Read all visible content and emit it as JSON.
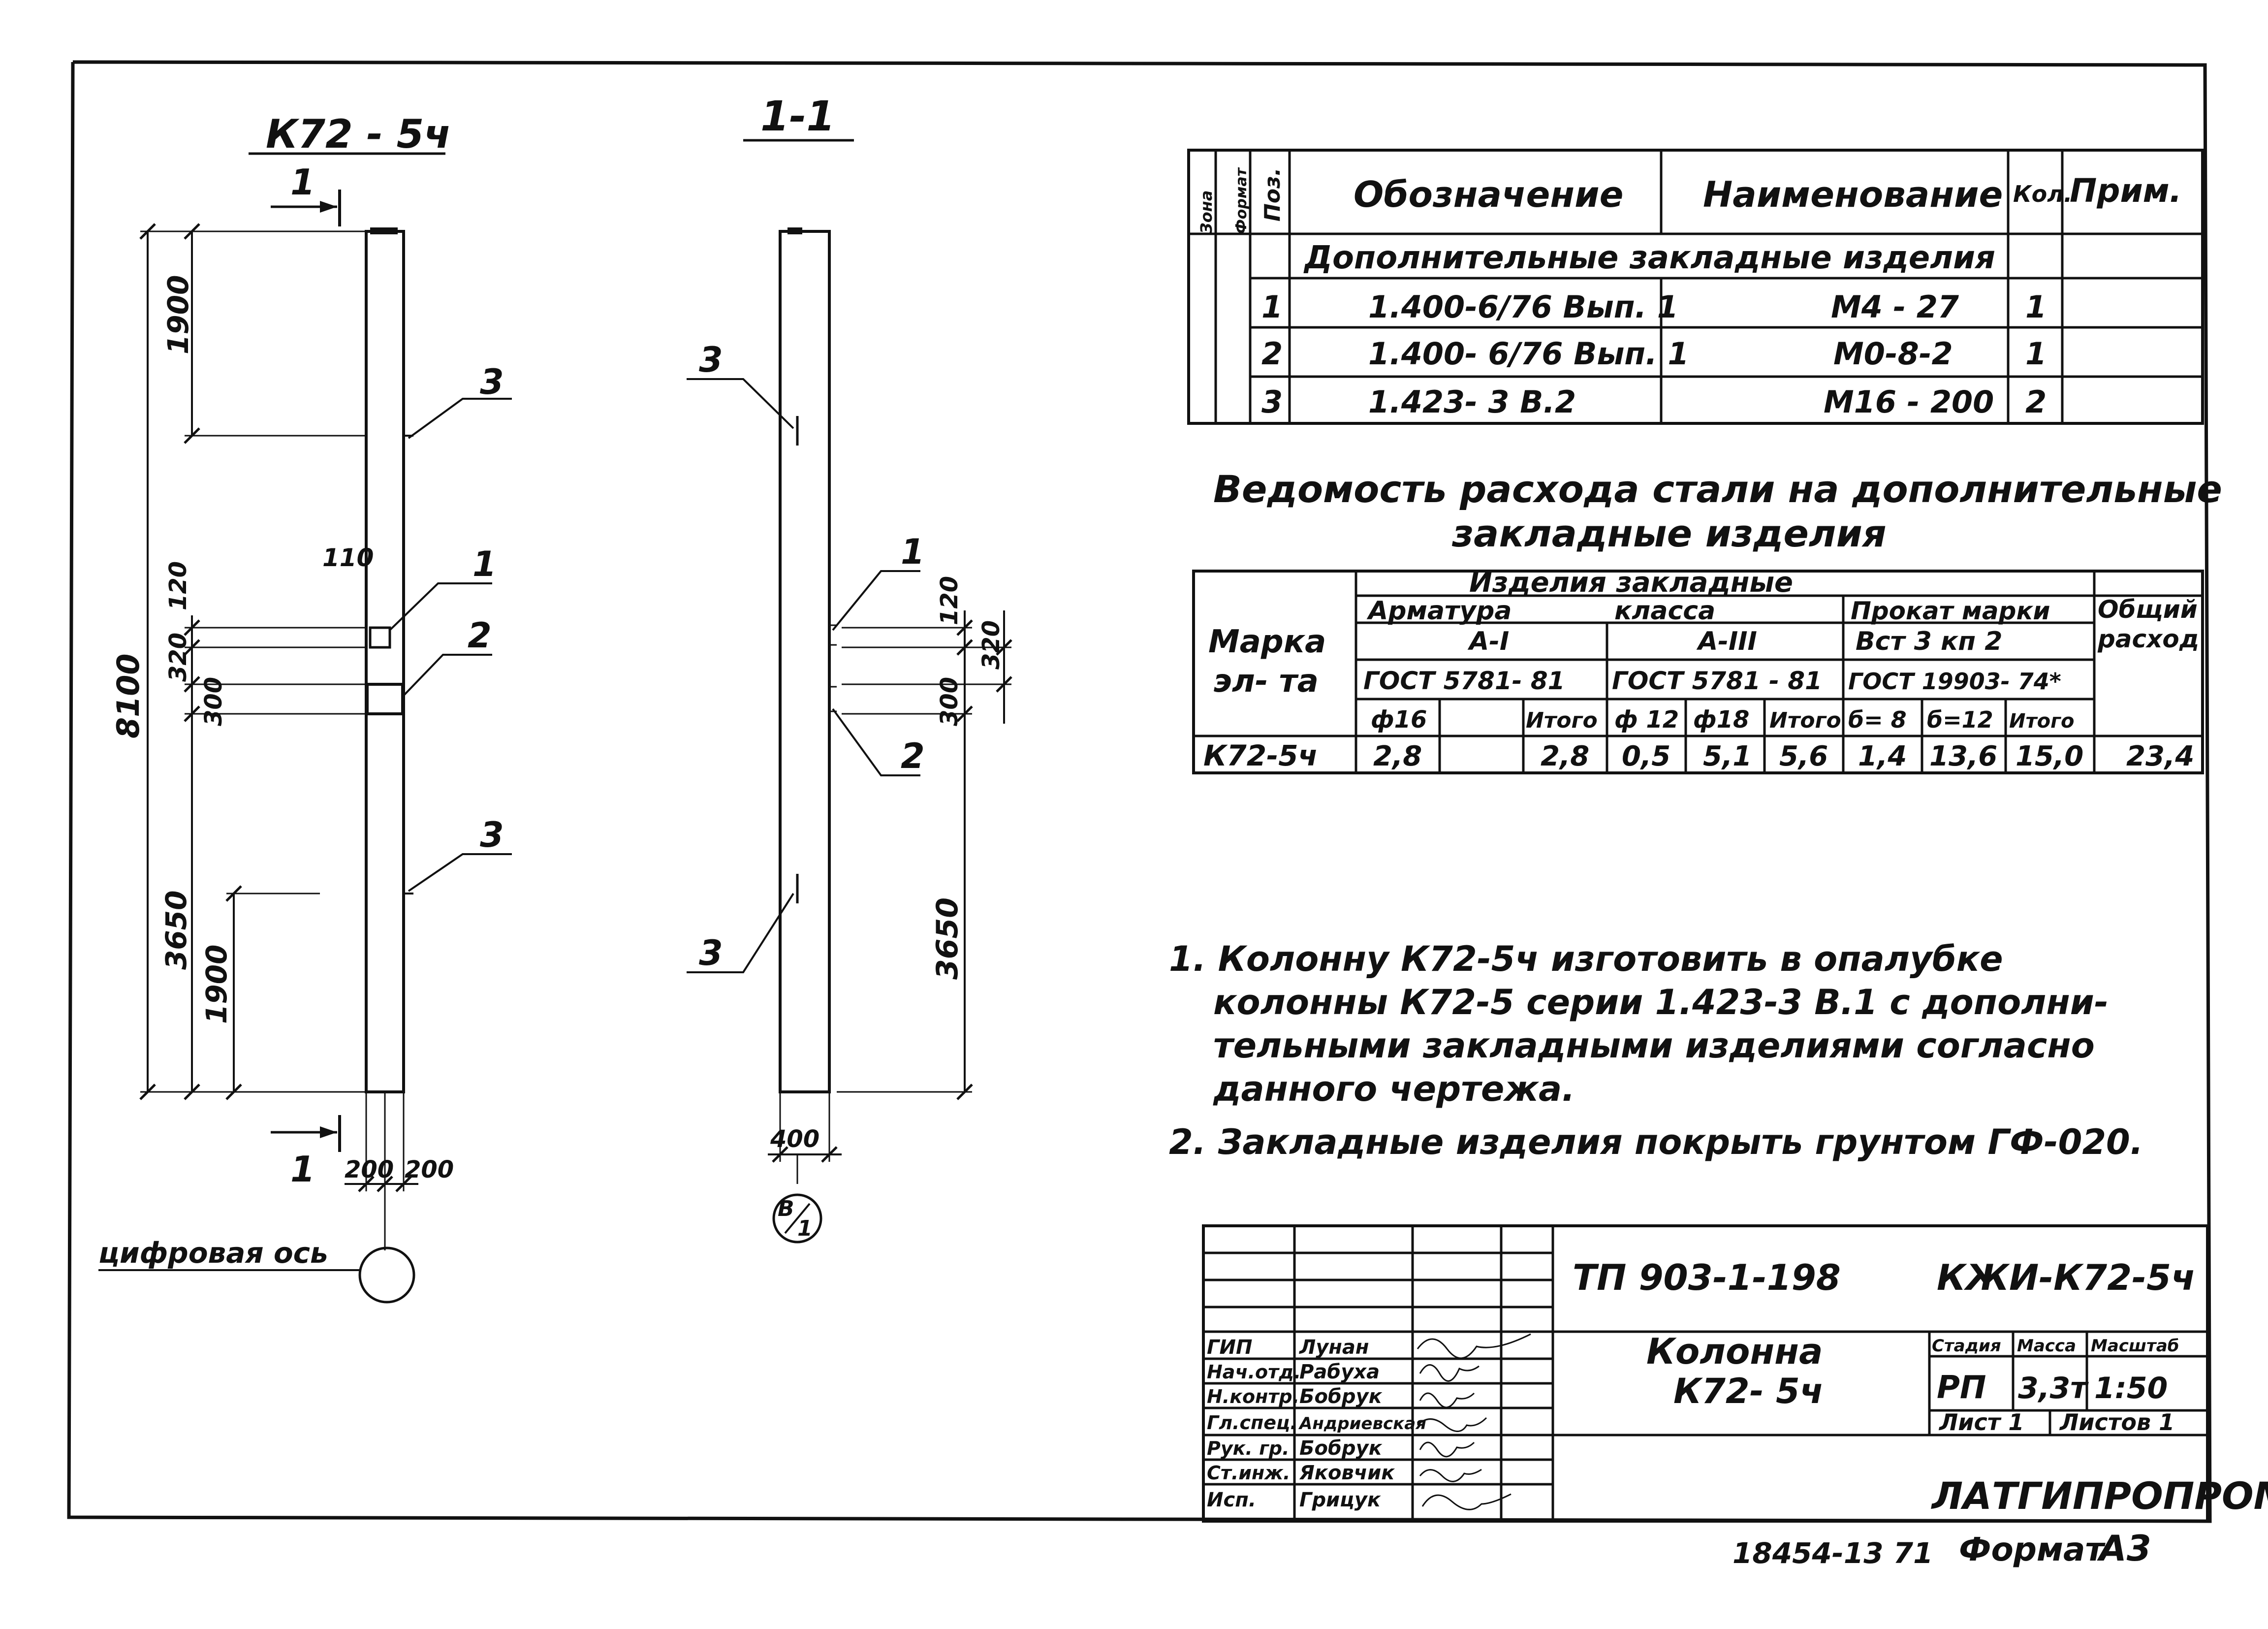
{
  "elevation": {
    "title": "К72 - 5ч",
    "section_mark": "1",
    "dims": {
      "top_zone": "1900",
      "total": "8100",
      "d120": "120",
      "d320": "320",
      "d300": "300",
      "bottom": "3650",
      "bottom2": "1900",
      "d110": "110",
      "width1": "200",
      "width2": "200"
    },
    "positions": {
      "p1": "1",
      "p2": "2",
      "p3a": "3",
      "p3b": "3"
    },
    "axis_label": "цифровая ось"
  },
  "section": {
    "title": "1-1",
    "dims": {
      "d120": "120",
      "d320": "320",
      "d300": "300",
      "bottom": "3650",
      "width": "400"
    },
    "positions": {
      "p1": "1",
      "p2": "2",
      "p3a": "3",
      "p3b": "3"
    },
    "axis_num": "В",
    "axis_den": "1"
  },
  "spec_table": {
    "headers": {
      "zone": "Зона",
      "format": "Формат",
      "pos": "Поз.",
      "designation": "Обозначение",
      "name": "Наименование",
      "qty": "Кол.",
      "note": "Прим."
    },
    "group_label": "Дополнительные закладные изделия",
    "rows": [
      {
        "pos": "1",
        "designation": "1.400-6/76 Вып. 1",
        "name": "М4 - 27",
        "qty": "1"
      },
      {
        "pos": "2",
        "designation": "1.400- 6/76 Вып. 1",
        "name": "М0-8-2",
        "qty": "1"
      },
      {
        "pos": "3",
        "designation": "1.423- 3 В.2",
        "name": "М16 - 200",
        "qty": "2"
      }
    ]
  },
  "steel": {
    "title_l1": "Ведомость расхода стали на дополнительные",
    "title_l2": "закладные изделия",
    "h_mark1": "Марка",
    "h_mark2": "эл- та",
    "h_items": "Изделия закладные",
    "h_arm": "Арматура",
    "h_class": "класса",
    "h_prokat": "Прокат марки",
    "h_total1": "Общий",
    "h_total2": "расход",
    "h_a1": "А-I",
    "h_a3": "А-III",
    "h_vst": "Вст 3 кп 2",
    "h_gost1": "ГОСТ 5781- 81",
    "h_gost2": "ГОСТ 5781 - 81",
    "h_gost3": "ГОСТ 19903- 74*",
    "sub": [
      "ф16",
      "",
      "Итого",
      "ф 12",
      "ф18",
      "Итого",
      "б= 8",
      "б=12",
      "Итого"
    ],
    "row": [
      "К72-5ч",
      "2,8",
      "",
      "2,8",
      "0,5",
      "5,1",
      "5,6",
      "1,4",
      "13,6",
      "15,0",
      "23,4"
    ]
  },
  "notes": [
    "1. Колонну К72-5ч изготовить в опалубке",
    "колонны К72-5 серии 1.423-3 В.1 с дополни-",
    "тельными закладными изделиями согласно",
    "данного чертежа.",
    "2. Закладные изделия покрыть грунтом ГФ-020."
  ],
  "title_block": {
    "project": "ТП 903-1-198",
    "code": "КЖИ-К72-5ч",
    "name1": "Колонна",
    "name2": "К72- 5ч",
    "stage_h": "Стадия",
    "mass_h": "Масса",
    "scale_h": "Масштаб",
    "stage": "РП",
    "mass": "3,3т",
    "scale": "1:50",
    "sheet": "Лист 1",
    "sheets": "Листов 1",
    "org": "ЛАТГИПРОПРОМ",
    "roles": [
      {
        "role": "ГИП",
        "name": "Лунан"
      },
      {
        "role": "Нач.отд.",
        "name": "Рабуха"
      },
      {
        "role": "Н.контр.",
        "name": "Бобрук"
      },
      {
        "role": "Гл.спец.",
        "name": "Андриевская"
      },
      {
        "role": "Рук. гр.",
        "name": "Бобрук"
      },
      {
        "role": "Ст.инж.",
        "name": "Яковчик"
      },
      {
        "role": "Исп.",
        "name": "Грицук"
      }
    ]
  },
  "footer": {
    "number": "18454-13 71",
    "format_label": "Формат",
    "format": "А3"
  }
}
